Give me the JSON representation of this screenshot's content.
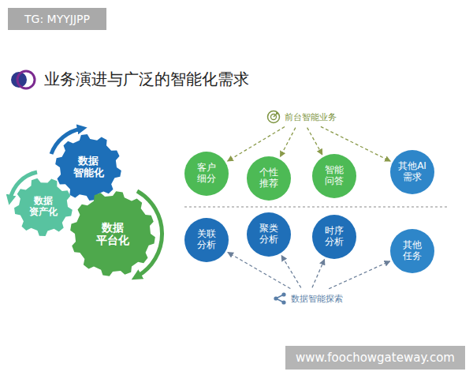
{
  "diagram": {
    "title": "业务演进与广泛的智能化需求",
    "nodes": [
      {
        "text": [
          "数据 智能化"
        ]
      },
      {
        "text": [
          "数据 资产化"
        ]
      },
      {
        "text": [
          "数据 平台化"
        ]
      },
      {
        "text": [
          "前台智能业务"
        ]
      },
      {
        "text": [
          "客户 细分"
        ]
      },
      {
        "text": [
          "个性 推荐"
        ]
      },
      {
        "text": [
          "智能 问答"
        ]
      },
      {
        "text": [
          "其他AI 需求"
        ]
      },
      {
        "text": [
          "关联 分析"
        ]
      },
      {
        "text": [
          "聚类 分析"
        ]
      },
      {
        "text": [
          "时序 分析"
        ]
      },
      {
        "text": [
          "其他 任务"
        ]
      },
      {
        "text": [
          "数据智能探索"
        ]
      }
    ],
    "edges": [
      {
        "from": 3,
        "to": 4,
        "arrow": "to"
      },
      {
        "from": 3,
        "to": 5,
        "arrow": "to"
      },
      {
        "from": 3,
        "to": 6,
        "arrow": "to"
      },
      {
        "from": 3,
        "to": 7,
        "arrow": "to"
      },
      {
        "from": 12,
        "to": 8,
        "arrow": "to"
      },
      {
        "from": 12,
        "to": 9,
        "arrow": "to"
      },
      {
        "from": 12,
        "to": 10,
        "arrow": "to"
      },
      {
        "from": 12,
        "to": 11,
        "arrow": "to"
      }
    ],
    "labels": [
      "TG: MYYJJPP",
      "www.foochowgateway.com"
    ]
  }
}
